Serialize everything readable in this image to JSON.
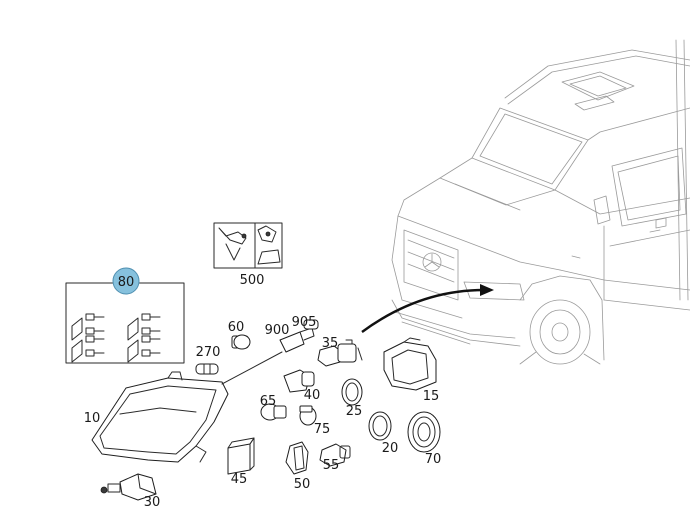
{
  "callouts": [
    {
      "id": "80",
      "label": "80",
      "highlighted": true
    },
    {
      "id": "500",
      "label": "500"
    },
    {
      "id": "905",
      "label": "905"
    },
    {
      "id": "900",
      "label": "900"
    },
    {
      "id": "60",
      "label": "60"
    },
    {
      "id": "270",
      "label": "270"
    },
    {
      "id": "35",
      "label": "35"
    },
    {
      "id": "15",
      "label": "15"
    },
    {
      "id": "40",
      "label": "40"
    },
    {
      "id": "25",
      "label": "25"
    },
    {
      "id": "65",
      "label": "65"
    },
    {
      "id": "10",
      "label": "10"
    },
    {
      "id": "75",
      "label": "75"
    },
    {
      "id": "20",
      "label": "20"
    },
    {
      "id": "70",
      "label": "70"
    },
    {
      "id": "55",
      "label": "55"
    },
    {
      "id": "45",
      "label": "45"
    },
    {
      "id": "50",
      "label": "50"
    },
    {
      "id": "30",
      "label": "30"
    }
  ],
  "colors": {
    "highlight_fill": "#86c1dd",
    "highlight_stroke": "#4f8fb0",
    "line": "#2a2a2a",
    "vehicle_line": "#9a9a9a",
    "arrow": "#111111"
  }
}
